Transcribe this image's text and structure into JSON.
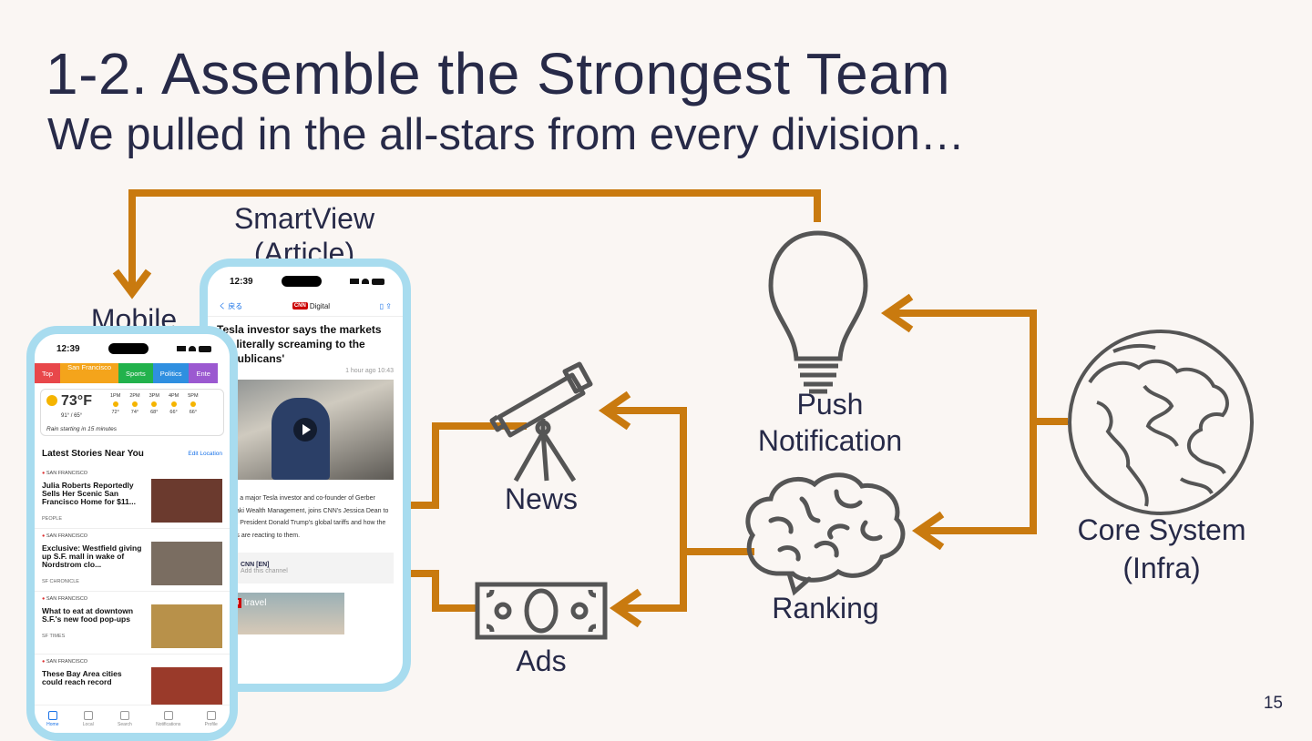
{
  "slide": {
    "title": "1-2. Assemble the Strongest Team",
    "subtitle": "We pulled in the all-stars from every division…",
    "page_number": "15",
    "accent_color": "#c97a0f",
    "icon_color": "#555555"
  },
  "labels": {
    "mobile": "Mobile",
    "smartview": "SmartView",
    "smartview_sub": "(Article)",
    "push": "Push Notification",
    "news": "News",
    "ads": "Ads",
    "ranking": "Ranking",
    "core": "Core System",
    "core_sub": "(Infra)"
  },
  "article_phone": {
    "time": "12:39",
    "back": "く 戻る",
    "brand": "Digital",
    "brand_logo": "CNN",
    "headline": "Tesla investor says the markets are literally screaming to the Republicans'",
    "meta": "1 hour ago 10:43",
    "body": "Gerber, a major Tesla investor and co-founder of Gerber Kawasaki Wealth Management, joins CNN's Jessica Dean to discuss President Donald Trump's global tariffs and how the markets are reacting to them.",
    "channel_name": "CNN [EN]",
    "channel_sub": "Add this channel",
    "travel_logo": "CNN",
    "travel_text": "travel"
  },
  "mobile_phone": {
    "time": "12:39",
    "tabs": [
      {
        "label": "Top",
        "color": "#e8474a"
      },
      {
        "label": "San Francisco",
        "color": "#f4a41b"
      },
      {
        "label": "Sports",
        "color": "#22b24c"
      },
      {
        "label": "Politics",
        "color": "#2f8fe0"
      },
      {
        "label": "Ente",
        "color": "#9b59d0"
      }
    ],
    "weather": {
      "temp": "73°F",
      "hilo": "91° / 65°",
      "rain": "Rain starting in 15 minutes",
      "hours": [
        {
          "h": "1PM",
          "t": "72°"
        },
        {
          "h": "2PM",
          "t": "74°"
        },
        {
          "h": "3PM",
          "t": "68°"
        },
        {
          "h": "4PM",
          "t": "66°"
        },
        {
          "h": "5PM",
          "t": "66°"
        }
      ]
    },
    "section_title": "Latest Stories Near You",
    "section_link": "Edit Location",
    "stories": [
      {
        "loc": "SAN FRANCISCO",
        "title": "Julia Roberts Reportedly Sells Her Scenic San Francisco Home for $11...",
        "src": "PEOPLE",
        "thumb": "#6b3a2e"
      },
      {
        "loc": "SAN FRANCISCO",
        "title": "Exclusive: Westfield giving up S.F. mall in wake of Nordstrom clo...",
        "src": "SF CHRONICLE",
        "thumb": "#7a6d61"
      },
      {
        "loc": "SAN FRANCISCO",
        "title": "What to eat at downtown S.F.'s new food pop-ups",
        "src": "SF TIMES",
        "thumb": "#b8914a"
      },
      {
        "loc": "SAN FRANCISCO",
        "title": "These Bay Area cities could reach record",
        "src": "",
        "thumb": "#9a3a2a"
      }
    ],
    "nav": [
      "Home",
      "Local",
      "Search",
      "Notifications",
      "Profile"
    ]
  }
}
